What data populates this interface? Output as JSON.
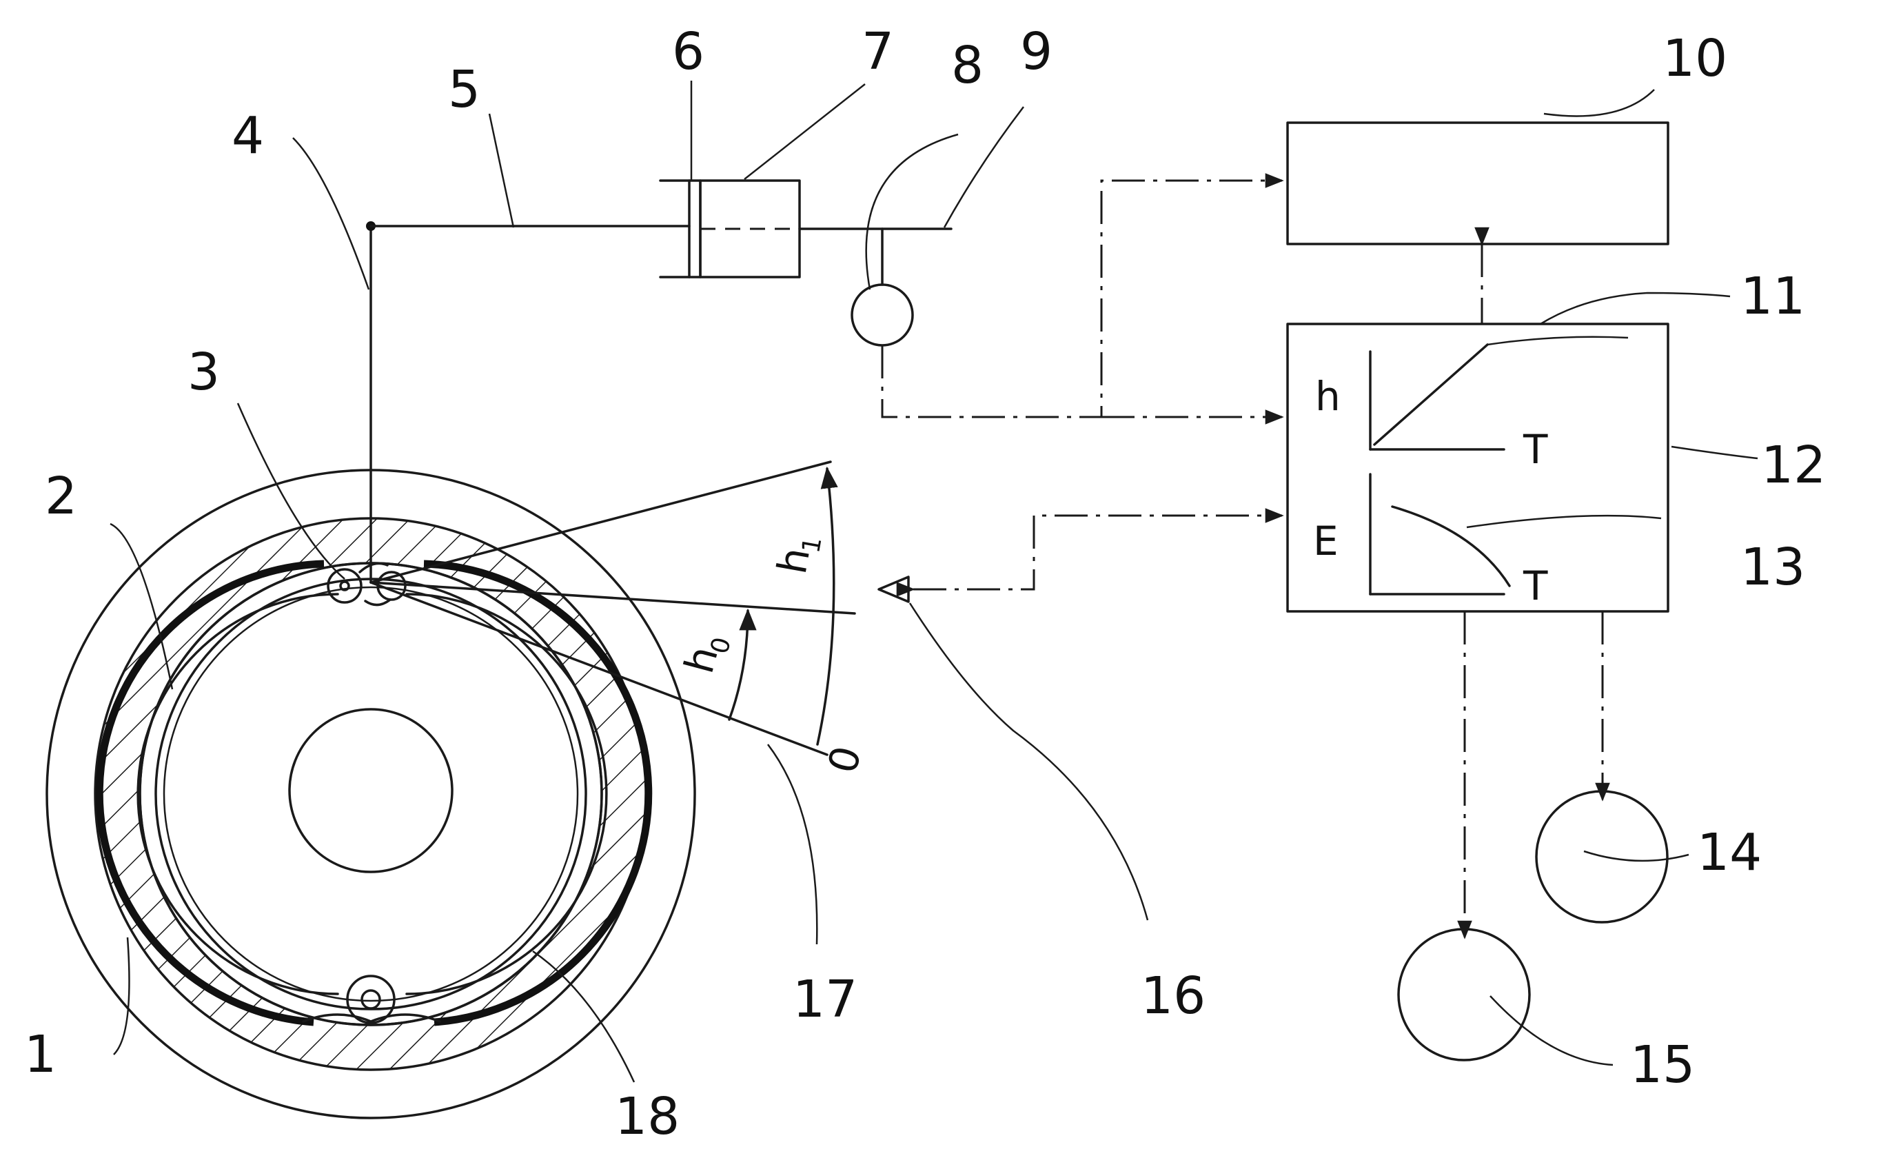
{
  "labels": {
    "l1": "1",
    "l2": "2",
    "l3": "3",
    "l4": "4",
    "l5": "5",
    "l6": "6",
    "l7": "7",
    "l8": "8",
    "l9": "9",
    "l10": "10",
    "l11": "11",
    "l12": "12",
    "l13": "13",
    "l14": "14",
    "l15": "15",
    "l16": "16",
    "l17": "17",
    "l18": "18"
  },
  "graph_top": {
    "y_axis": "h",
    "x_axis": "T"
  },
  "graph_bottom": {
    "y_axis": "E",
    "x_axis": "T"
  },
  "angles": {
    "h0": "h",
    "h0_sub": "0",
    "h1": "h",
    "h1_sub": "1",
    "zero": "0"
  }
}
